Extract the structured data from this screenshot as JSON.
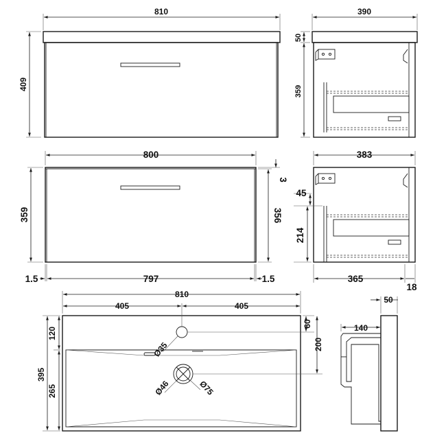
{
  "unit_front_top": {
    "width": "810",
    "height": "409"
  },
  "unit_side_top": {
    "depth": "390",
    "top_thickness": "50",
    "carcass_height": "359"
  },
  "unit_front_mid": {
    "width": "800",
    "height_left": "359",
    "height_right": "356",
    "top_offset": "3",
    "inner_width": "797",
    "side_left": "1.5",
    "side_right": "1.5"
  },
  "unit_side_mid": {
    "depth": "383",
    "gap": "45",
    "drawer_height": "214",
    "inner_depth": "365",
    "back_offset": "18"
  },
  "basin_plan": {
    "width": "810",
    "half_left": "405",
    "half_right": "405",
    "tap_offset": "120",
    "depth": "395",
    "bowl_depth": "265",
    "tap_from_back": "60",
    "waste_from_back": "200",
    "tap_hole": "Ø35",
    "waste_inner": "Ø46",
    "waste_outer": "Ø75"
  },
  "basin_side": {
    "thickness": "50",
    "bowl_depth": "140"
  }
}
